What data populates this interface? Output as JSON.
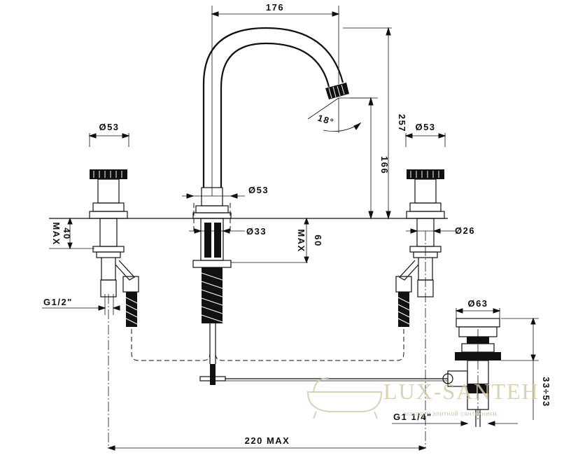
{
  "dimensions": {
    "spout_reach": "176",
    "total_height": "257",
    "spout_height": "166",
    "spout_angle": "18°",
    "handle_left_dia": "Ø53",
    "handle_right_dia": "Ø53",
    "spout_base_dia": "Ø53",
    "spout_hole_dia": "Ø33",
    "valve_hole_dia": "Ø26",
    "left_deck_max": "40",
    "left_deck_max_label": "MAX",
    "center_deck_max": "60",
    "center_deck_max_label": "MAX",
    "inlet_thread": "G1/2\"",
    "drain_dia": "Ø63",
    "drain_range": "33÷53",
    "drain_thread": "G1 1/4\"",
    "spread": "220 MAX"
  },
  "watermark": {
    "brand": "LUX-SANTEH",
    "tagline": "магазин элитной сантехники"
  },
  "colors": {
    "line": "#111111",
    "background": "#ffffff",
    "watermark": "#d8c9a8"
  }
}
